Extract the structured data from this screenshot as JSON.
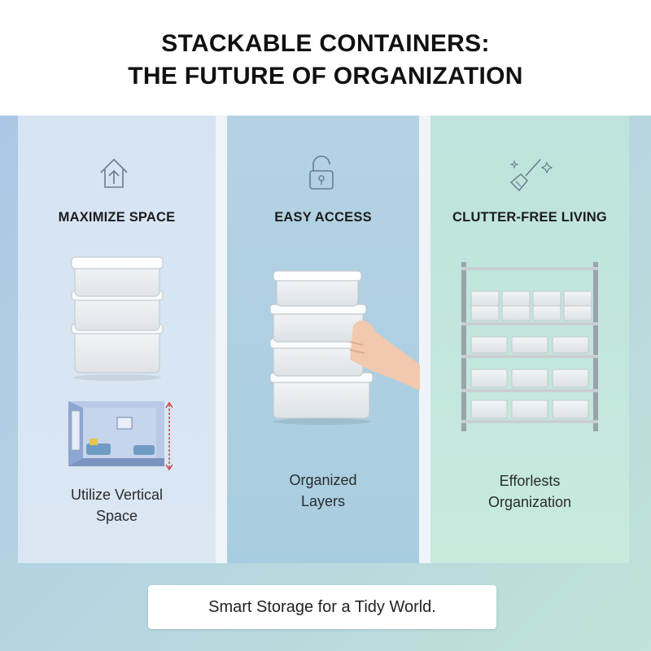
{
  "title": {
    "line1": "STACKABLE CONTAINERS:",
    "line2": "THE FUTURE OF ORGANIZATION"
  },
  "panels": [
    {
      "icon": "home-arrow-up-icon",
      "heading": "MAXIMIZE SPACE",
      "caption_line1": "Utilize Vertical",
      "caption_line2": "Space"
    },
    {
      "icon": "unlocked-padlock-icon",
      "heading": "EASY ACCESS",
      "caption_line1": "Organized",
      "caption_line2": "Layers"
    },
    {
      "icon": "broom-sparkle-icon",
      "heading": "CLUTTER-FREE LIVING",
      "caption_line1": "Efforlests",
      "caption_line2": "Organization"
    }
  ],
  "footer": {
    "text": "Smart Storage for a Tidy World."
  },
  "colors": {
    "accent_red": "#d43a3a",
    "text_dark": "#111111"
  }
}
